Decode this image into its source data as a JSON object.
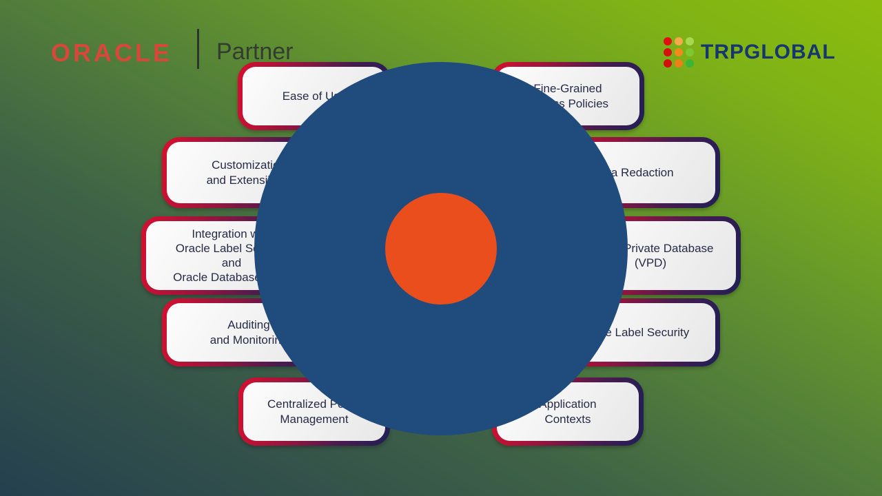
{
  "page": {
    "background": {
      "gradient_from": "#24404f",
      "gradient_mid": "#527f3a",
      "gradient_to": "#8cbd0e"
    }
  },
  "header": {
    "oracle": {
      "wordmark": "ORACLE",
      "color": "#d8473a"
    },
    "partner_label": "Partner",
    "trpglobal": {
      "wordmark": "TRPGLOBAL",
      "color": "#16366f",
      "icon": "dot-grid-icon",
      "dot_colors": [
        "#e11010",
        "#f4a94a",
        "#a7d94e",
        "#d60f0f",
        "#f08a1d",
        "#7dc832",
        "#d30d0d",
        "#ec7f18",
        "#3cb536"
      ]
    }
  },
  "diagram": {
    "center_circle": {
      "outer_color": "#1f4b7d",
      "inner_color": "#ea4e1c"
    },
    "box_style": {
      "border_gradient": [
        "#d6102f",
        "#4a1b4e",
        "#201f56"
      ],
      "fill": "#f2f2f2",
      "text_color": "#262b47"
    },
    "left_boxes": [
      {
        "id": "ease-of-use",
        "label": "Ease of Use"
      },
      {
        "id": "customization-extensibility",
        "label": "Customization\nand Extensibility"
      },
      {
        "id": "integration-ols-dbv",
        "label": "Integration with\nOracle Label Security\nand\nOracle Database Vault"
      },
      {
        "id": "auditing-monitoring",
        "label": "Auditing\nand Monitoring"
      },
      {
        "id": "centralized-policy-management",
        "label": "Centralized Policy\nManagement"
      }
    ],
    "right_boxes": [
      {
        "id": "fine-grained-access-policies",
        "label": "Fine-Grained\nAccess Policies"
      },
      {
        "id": "data-redaction",
        "label": "Data Redaction"
      },
      {
        "id": "virtual-private-database",
        "label": "Virtual Private Database\n(VPD)"
      },
      {
        "id": "oracle-label-security",
        "label": "Oracle Label Security"
      },
      {
        "id": "application-contexts",
        "label": "Application\nContexts"
      }
    ]
  }
}
